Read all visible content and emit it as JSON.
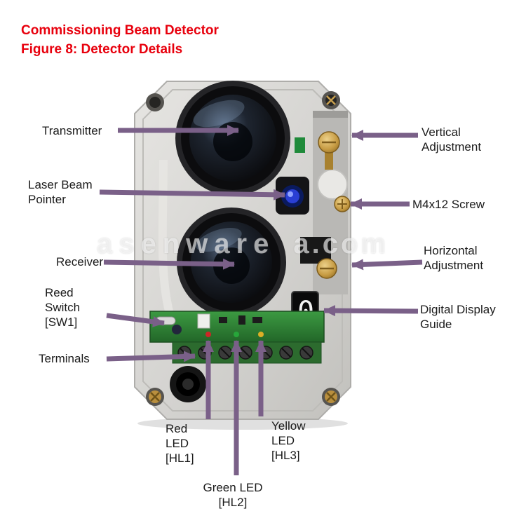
{
  "title": {
    "line1": "Commissioning Beam Detector",
    "line2": "Figure 8: Detector Details"
  },
  "watermark": {
    "main": "asenware",
    "suffix": "a.com"
  },
  "display": {
    "digit": "0"
  },
  "colors": {
    "title_red": "#e8000d",
    "arrow_purple": "#7a6088",
    "label_black": "#1b1b1b"
  },
  "labels": {
    "transmitter": "Transmitter",
    "laser_beam_pointer": "Laser Beam\nPointer",
    "receiver": "Receiver",
    "reed_switch": "Reed\nSwitch\n[SW1]",
    "terminals": "Terminals",
    "red_led": "Red\nLED\n[HL1]",
    "green_led": "Green LED\n[HL2]",
    "yellow_led": "Yellow\nLED\n[HL3]",
    "vertical_adjustment": "Vertical\nAdjustment",
    "m4x12_screw": "M4x12 Screw",
    "horizontal_adjustment": "Horizontal\nAdjustment",
    "digital_display_guide": "Digital Display\nGuide"
  }
}
